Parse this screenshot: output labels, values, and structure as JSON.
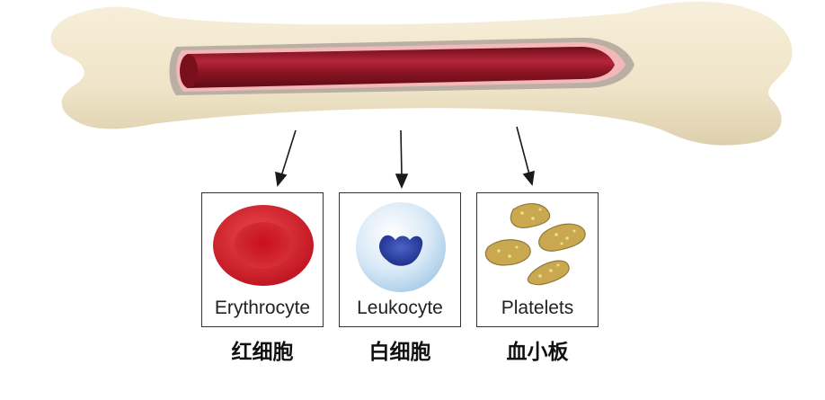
{
  "cells": [
    {
      "id": "erythrocyte",
      "label": "Erythrocyte",
      "label_cn": "红细胞"
    },
    {
      "id": "leukocyte",
      "label": "Leukocyte",
      "label_cn": "白细胞"
    },
    {
      "id": "platelets",
      "label": "Platelets",
      "label_cn": "血小板"
    }
  ],
  "colors": {
    "bone": "#f0e6cc",
    "bone_shadow": "#d9ccab",
    "marrow": "#9c1b2a",
    "cortex": "#b7aea0",
    "erythrocyte": "#d8202c",
    "leukocyte_nucleus": "#2b3f9e",
    "platelet": "#c9a850"
  }
}
